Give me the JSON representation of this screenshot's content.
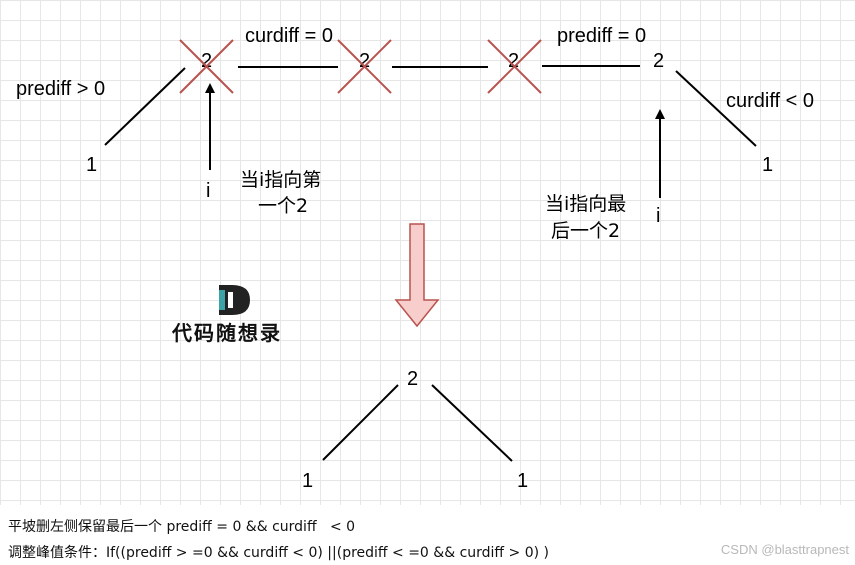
{
  "labels": {
    "prediff_gt0": "prediff > 0",
    "curdiff_eq0": "curdiff = 0",
    "prediff_eq0": "prediff = 0",
    "curdiff_lt0": "curdiff < 0",
    "top_left_1": "1",
    "top_right_1": "1",
    "top_node_1": "2",
    "top_node_2": "2",
    "top_node_3": "2",
    "top_node_4": "2",
    "arrow_left_i": "i",
    "arrow_right_i": "i",
    "caption_left_line1": "当i指向第",
    "caption_left_line2": "一个2",
    "caption_right_line1": "当i指向最",
    "caption_right_line2": "后一个2",
    "bottom_peak": "2",
    "bottom_left_1": "1",
    "bottom_right_1": "1"
  },
  "logo": {
    "letter": "D",
    "text": "代码随想录"
  },
  "notes": {
    "line1": "平坡删左侧保留最后一个 prediff = 0 && curdiff   < 0",
    "line2": "调整峰值条件：If((prediff > =0 && curdiff < 0) ||(prediff < =0 && curdiff > 0) )"
  },
  "watermark": "CSDN @blasttrapnest",
  "colors": {
    "cross": "#b85450",
    "down_arrow_fill": "#f8cecc",
    "down_arrow_stroke": "#b85450",
    "logo_teal": "#3ba3a8",
    "logo_dark": "#222222",
    "line": "#000000"
  }
}
